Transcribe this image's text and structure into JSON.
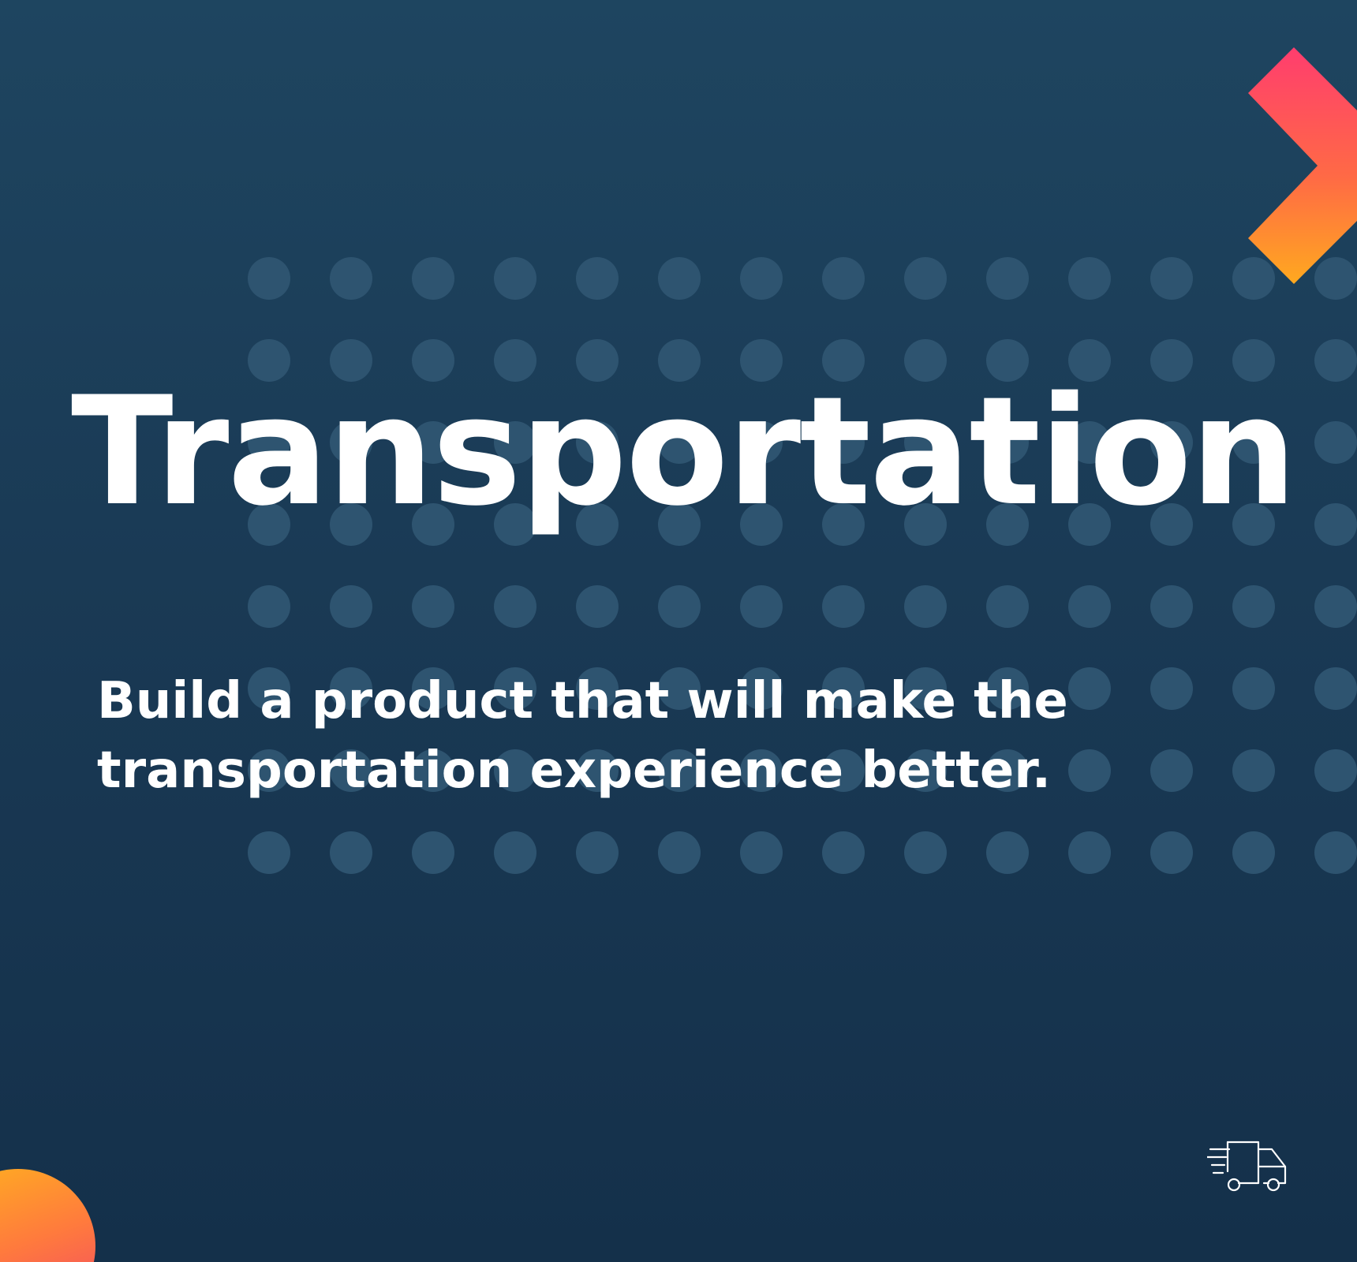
{
  "slide": {
    "title": "Transportation",
    "subtitle": "Build a product that will make the transportation experience better."
  },
  "icons": {
    "decoration": "chevron-right-icon",
    "corner": "circle-shape",
    "footer": "delivery-truck-icon"
  },
  "colors": {
    "background_top": "#1e4560",
    "background_bottom": "#14304a",
    "text": "#ffffff",
    "dot": "#2e5470",
    "accent_pink": "#ff3d6e",
    "accent_orange": "#ffa91f"
  }
}
